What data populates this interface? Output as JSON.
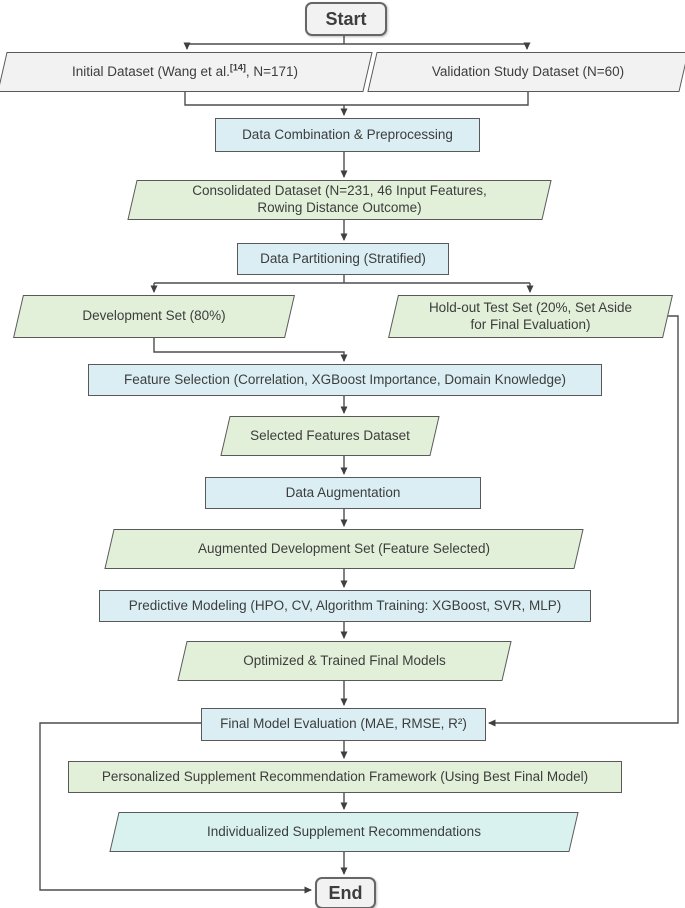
{
  "nodes": {
    "start": {
      "label": "Start"
    },
    "initial_dataset": {
      "prefix": "Initial Dataset (Wang et al.",
      "citation": "[14]",
      "suffix": ", N=171)"
    },
    "validation_dataset": {
      "label": "Validation Study Dataset (N=60)"
    },
    "data_combination": {
      "label": "Data Combination & Preprocessing"
    },
    "consolidated_dataset": {
      "label": "Consolidated Dataset (N=231, 46 Input Features, Rowing Distance Outcome)"
    },
    "data_partitioning": {
      "label": "Data Partitioning (Stratified)"
    },
    "development_set": {
      "label": "Development Set (80%)"
    },
    "holdout_test_set": {
      "label": "Hold-out Test Set (20%, Set Aside for Final Evaluation)"
    },
    "feature_selection": {
      "label": "Feature Selection (Correlation, XGBoost Importance, Domain Knowledge)"
    },
    "selected_features": {
      "label": "Selected Features Dataset"
    },
    "data_augmentation": {
      "label": "Data Augmentation"
    },
    "augmented_dev_set": {
      "label": "Augmented Development Set (Feature Selected)"
    },
    "predictive_modeling": {
      "label": "Predictive Modeling  (HPO, CV, Algorithm Training: XGBoost, SVR, MLP)"
    },
    "optimized_models": {
      "label": "Optimized & Trained Final Models"
    },
    "final_evaluation": {
      "label": "Final Model Evaluation (MAE, RMSE, R²)"
    },
    "personalized_framework": {
      "label": "Personalized Supplement Recommendation Framework (Using Best Final Model)"
    },
    "individualized_recs": {
      "label": "Individualized Supplement Recommendations"
    },
    "end": {
      "label": "End"
    }
  },
  "colors": {
    "gray_fill": "#f2f2f2",
    "blue_fill": "#daeef3",
    "green_fill": "#e2efd9",
    "cyan_fill": "#d9f2ef",
    "border": "#595959",
    "line": "#454545"
  }
}
